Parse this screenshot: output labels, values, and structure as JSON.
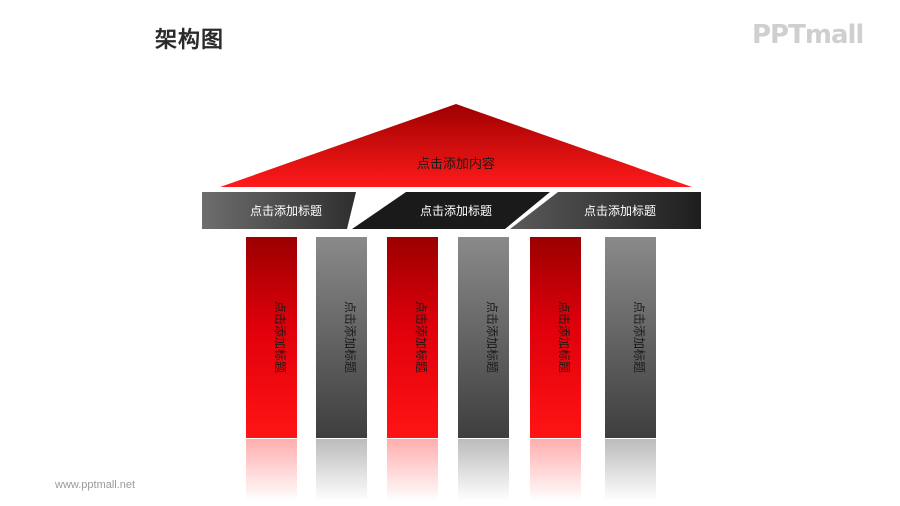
{
  "page": {
    "title": "架构图",
    "logo": "PPTmall",
    "footer": "www.pptmall.net"
  },
  "roof": {
    "label": "点击添加内容"
  },
  "beam": {
    "segments": [
      {
        "label": "点击添加标题"
      },
      {
        "label": "点击添加标题"
      },
      {
        "label": "点击添加标题"
      }
    ]
  },
  "pillars": [
    {
      "label": "点击添加标题",
      "color": "red"
    },
    {
      "label": "点击添加标题",
      "color": "gray"
    },
    {
      "label": "点击添加标题",
      "color": "red"
    },
    {
      "label": "点击添加标题",
      "color": "gray"
    },
    {
      "label": "点击添加标题",
      "color": "red"
    },
    {
      "label": "点击添加标题",
      "color": "gray"
    }
  ],
  "colors": {
    "red": "#e0000b",
    "dark_red": "#9b0000",
    "gray": "#7a7a7a",
    "dark_gray": "#3a3a3a",
    "black": "#1a1a1a"
  }
}
